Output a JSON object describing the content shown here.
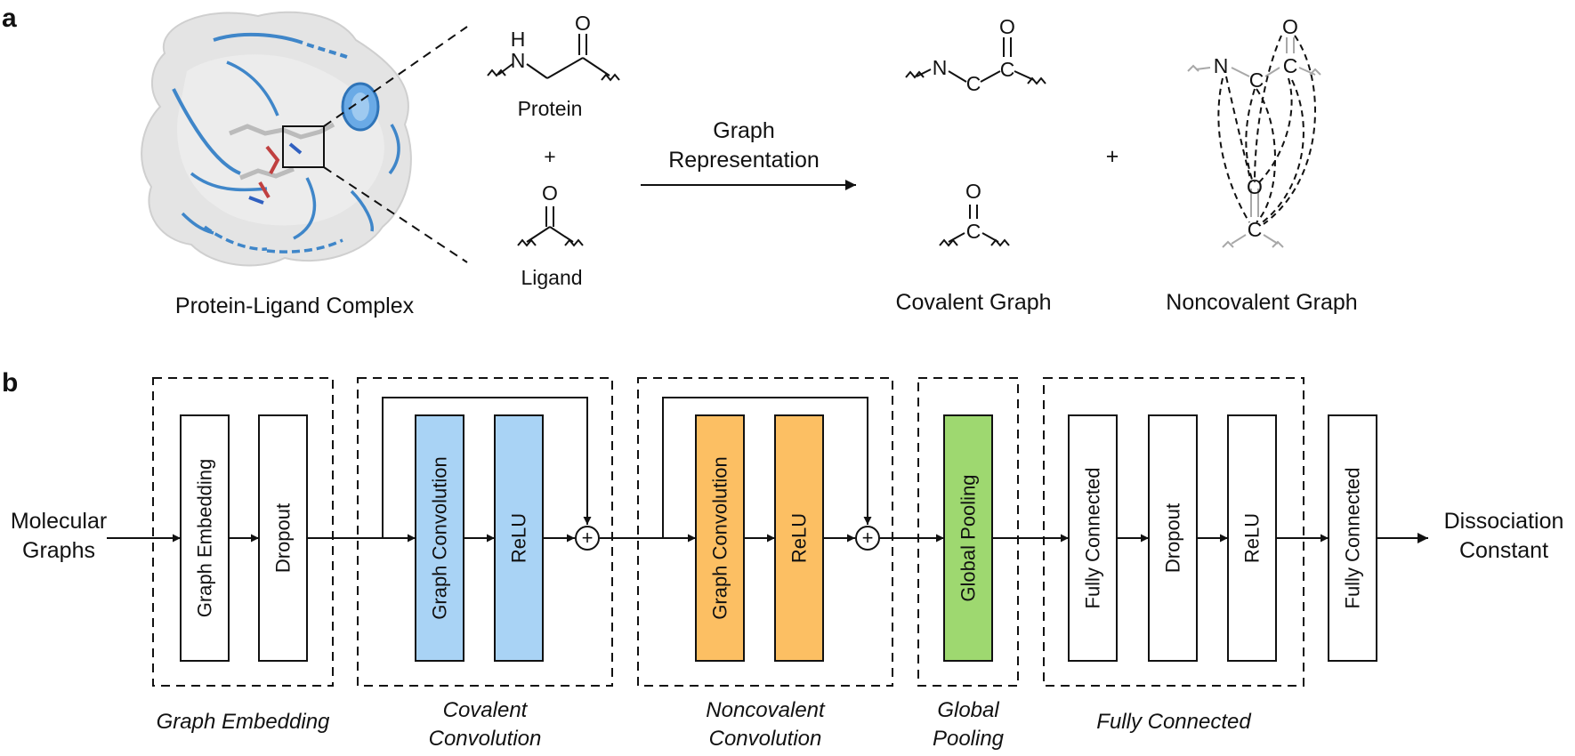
{
  "panel_a": {
    "letter": "a",
    "complex_label": "Protein-Ligand Complex",
    "protein_label": "Protein",
    "ligand_label": "Ligand",
    "plus": "+",
    "arrow_label_line1": "Graph",
    "arrow_label_line2": "Representation",
    "covalent_graph_label": "Covalent Graph",
    "noncovalent_graph_label": "Noncovalent Graph",
    "atoms": {
      "H": "H",
      "N": "N",
      "O": "O",
      "C": "C"
    }
  },
  "panel_b": {
    "letter": "b",
    "input_line1": "Molecular",
    "input_line2": "Graphs",
    "output_line1": "Dissociation",
    "output_line2": "Constant",
    "groups": [
      {
        "line1": "Graph Embedding",
        "line2": ""
      },
      {
        "line1": "Covalent",
        "line2": "Convolution"
      },
      {
        "line1": "Noncovalent",
        "line2": "Convolution"
      },
      {
        "line1": "Global",
        "line2": "Pooling"
      },
      {
        "line1": "Fully Connected",
        "line2": ""
      }
    ],
    "blocks": [
      {
        "label": "Graph Embedding",
        "color": "#ffffff"
      },
      {
        "label": "Dropout",
        "color": "#ffffff"
      },
      {
        "label": "Graph Convolution",
        "color": "#a9d3f5"
      },
      {
        "label": "ReLU",
        "color": "#a9d3f5"
      },
      {
        "label": "Graph Convolution",
        "color": "#fcbf63"
      },
      {
        "label": "ReLU",
        "color": "#fcbf63"
      },
      {
        "label": "Global Pooling",
        "color": "#9ed870"
      },
      {
        "label": "Fully Connected",
        "color": "#ffffff"
      },
      {
        "label": "Dropout",
        "color": "#ffffff"
      },
      {
        "label": "ReLU",
        "color": "#ffffff"
      },
      {
        "label": "Fully Connected",
        "color": "#ffffff"
      }
    ],
    "sum_symbol": "+"
  },
  "colors": {
    "protein_ribbon": "#3f86c9",
    "surface": "#e6e6e6",
    "covalent": "#a9d3f5",
    "noncovalent": "#fcbf63",
    "pooling": "#9ed870"
  }
}
